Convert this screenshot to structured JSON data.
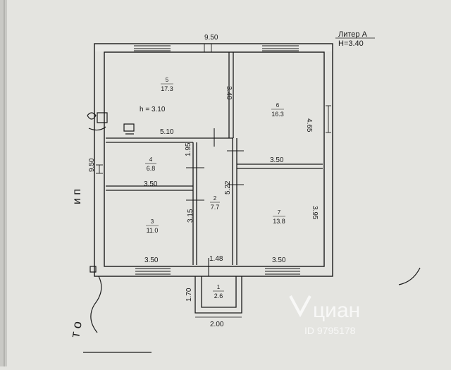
{
  "header": {
    "liter": "Литер А",
    "height": "Н=3.40"
  },
  "dimensions": {
    "top_width": "9.50",
    "left_height": "9.50",
    "right_upper": "4.65",
    "right_lower": "3.95",
    "room5_partition": "3.40",
    "room5_width": "5.10",
    "room4_height": "1.95",
    "room4_width": "3.50",
    "room6_width": "3.50",
    "corridor_height": "5.22",
    "room3_height": "3.15",
    "bottom_left": "3.50",
    "bottom_mid": "1.48",
    "bottom_right": "3.50",
    "porch_height": "1.70",
    "porch_width": "2.00"
  },
  "rooms": [
    {
      "number": "5",
      "area": "17.3"
    },
    {
      "number": "6",
      "area": "16.3"
    },
    {
      "number": "4",
      "area": "6.8"
    },
    {
      "number": "2",
      "area": "7.7"
    },
    {
      "number": "3",
      "area": "11.0"
    },
    {
      "number": "7",
      "area": "13.8"
    },
    {
      "number": "1",
      "area": "2.6"
    }
  ],
  "ceiling_note": "h = 3.10",
  "handwriting": {
    "vertical": "и п",
    "bottom": "т о"
  },
  "watermark": {
    "brand": "циан",
    "id": "ID 9795178"
  },
  "colors": {
    "paper": "#e4e4e0",
    "ink": "#1a1a1a",
    "wall_fill": "#e9e9e6"
  }
}
